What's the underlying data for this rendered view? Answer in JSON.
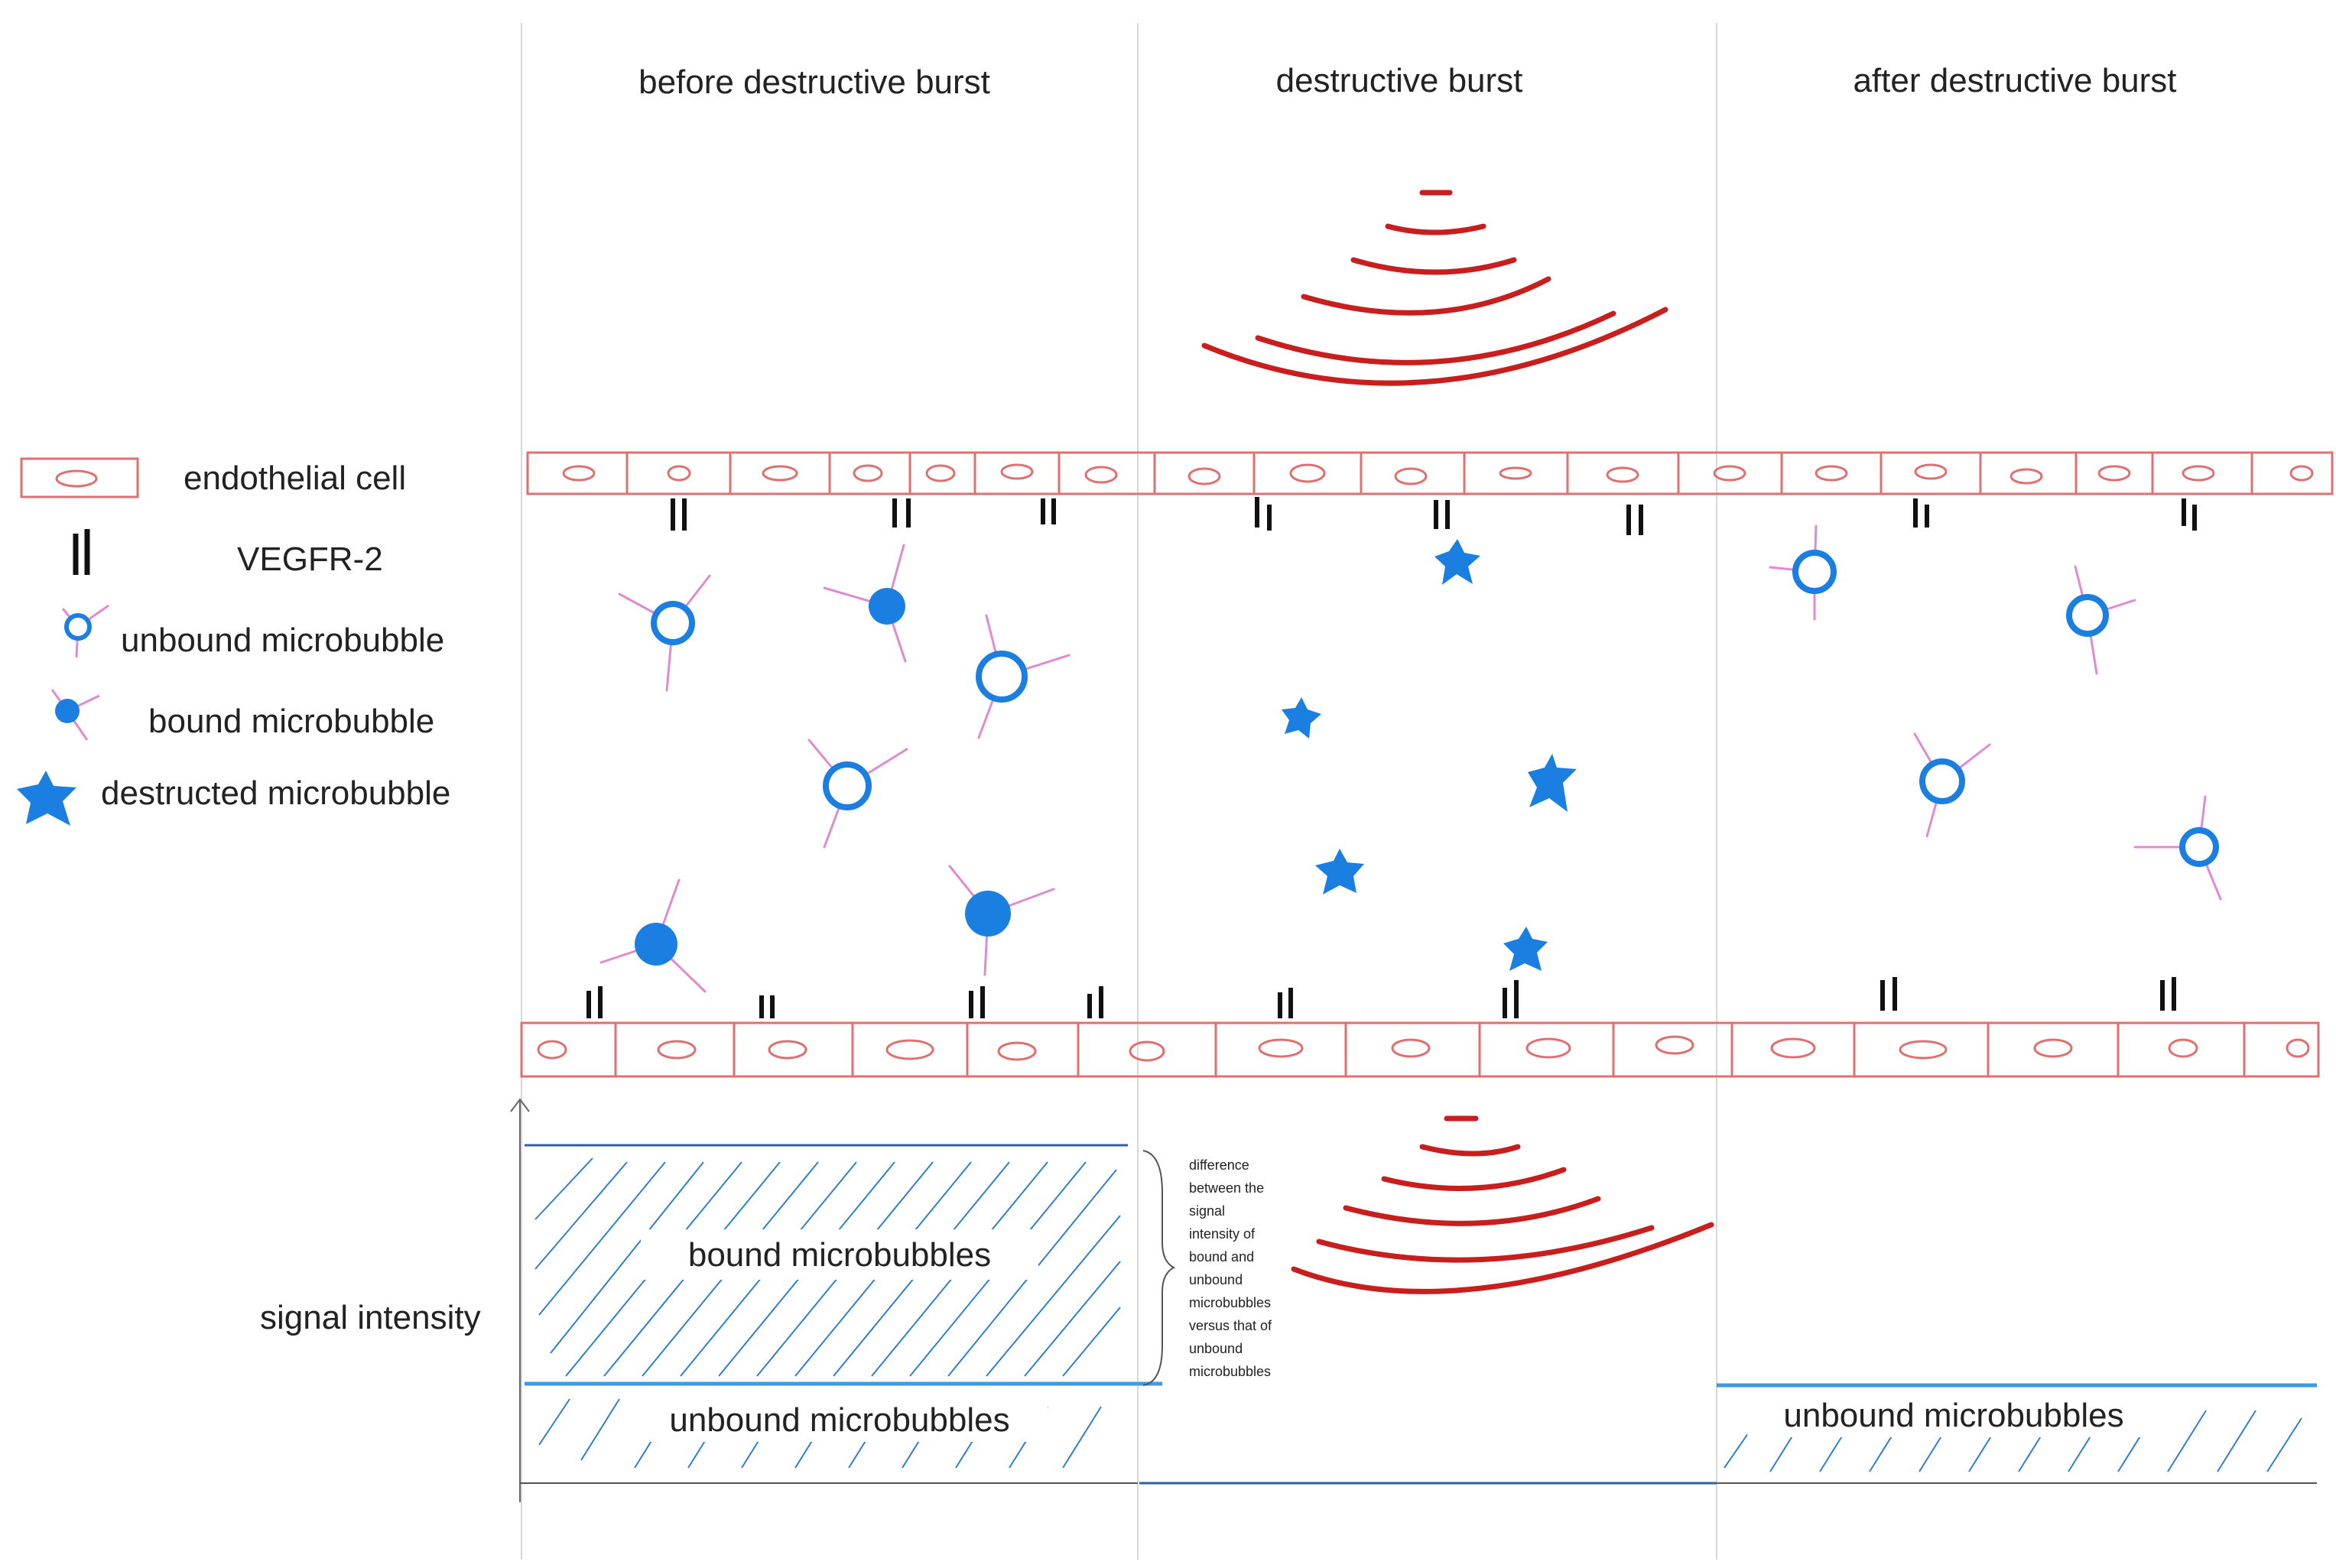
{
  "panels": [
    {
      "title": "before destructive burst"
    },
    {
      "title": "destructive burst"
    },
    {
      "title": "after destructive burst"
    }
  ],
  "legend": {
    "endothelial_cell": "endothelial cell",
    "vegfr2": "VEGFR-2",
    "unbound": "unbound microbubble",
    "bound": "bound microbubble",
    "destructed": "destructed microbubble"
  },
  "signal": {
    "axis_label": "signal intensity",
    "bound_label": "bound microbubbles",
    "unbound_label_before": "unbound microbubbles",
    "unbound_label_after": "unbound microbubbles",
    "difference_note": [
      "difference",
      "between the",
      "signal",
      "intensity of",
      "bound and",
      "unbound",
      "microbubbles",
      "versus that of",
      "unbound",
      "microbubbles"
    ]
  },
  "colors": {
    "cell": "#e07070",
    "receptor": "#111111",
    "bubble": "#1a7fe0",
    "ligand": "#e08ad0",
    "wave": "#c81e1e",
    "hatch": "#2f7fd0",
    "panel_line": "#d8d8d8"
  }
}
